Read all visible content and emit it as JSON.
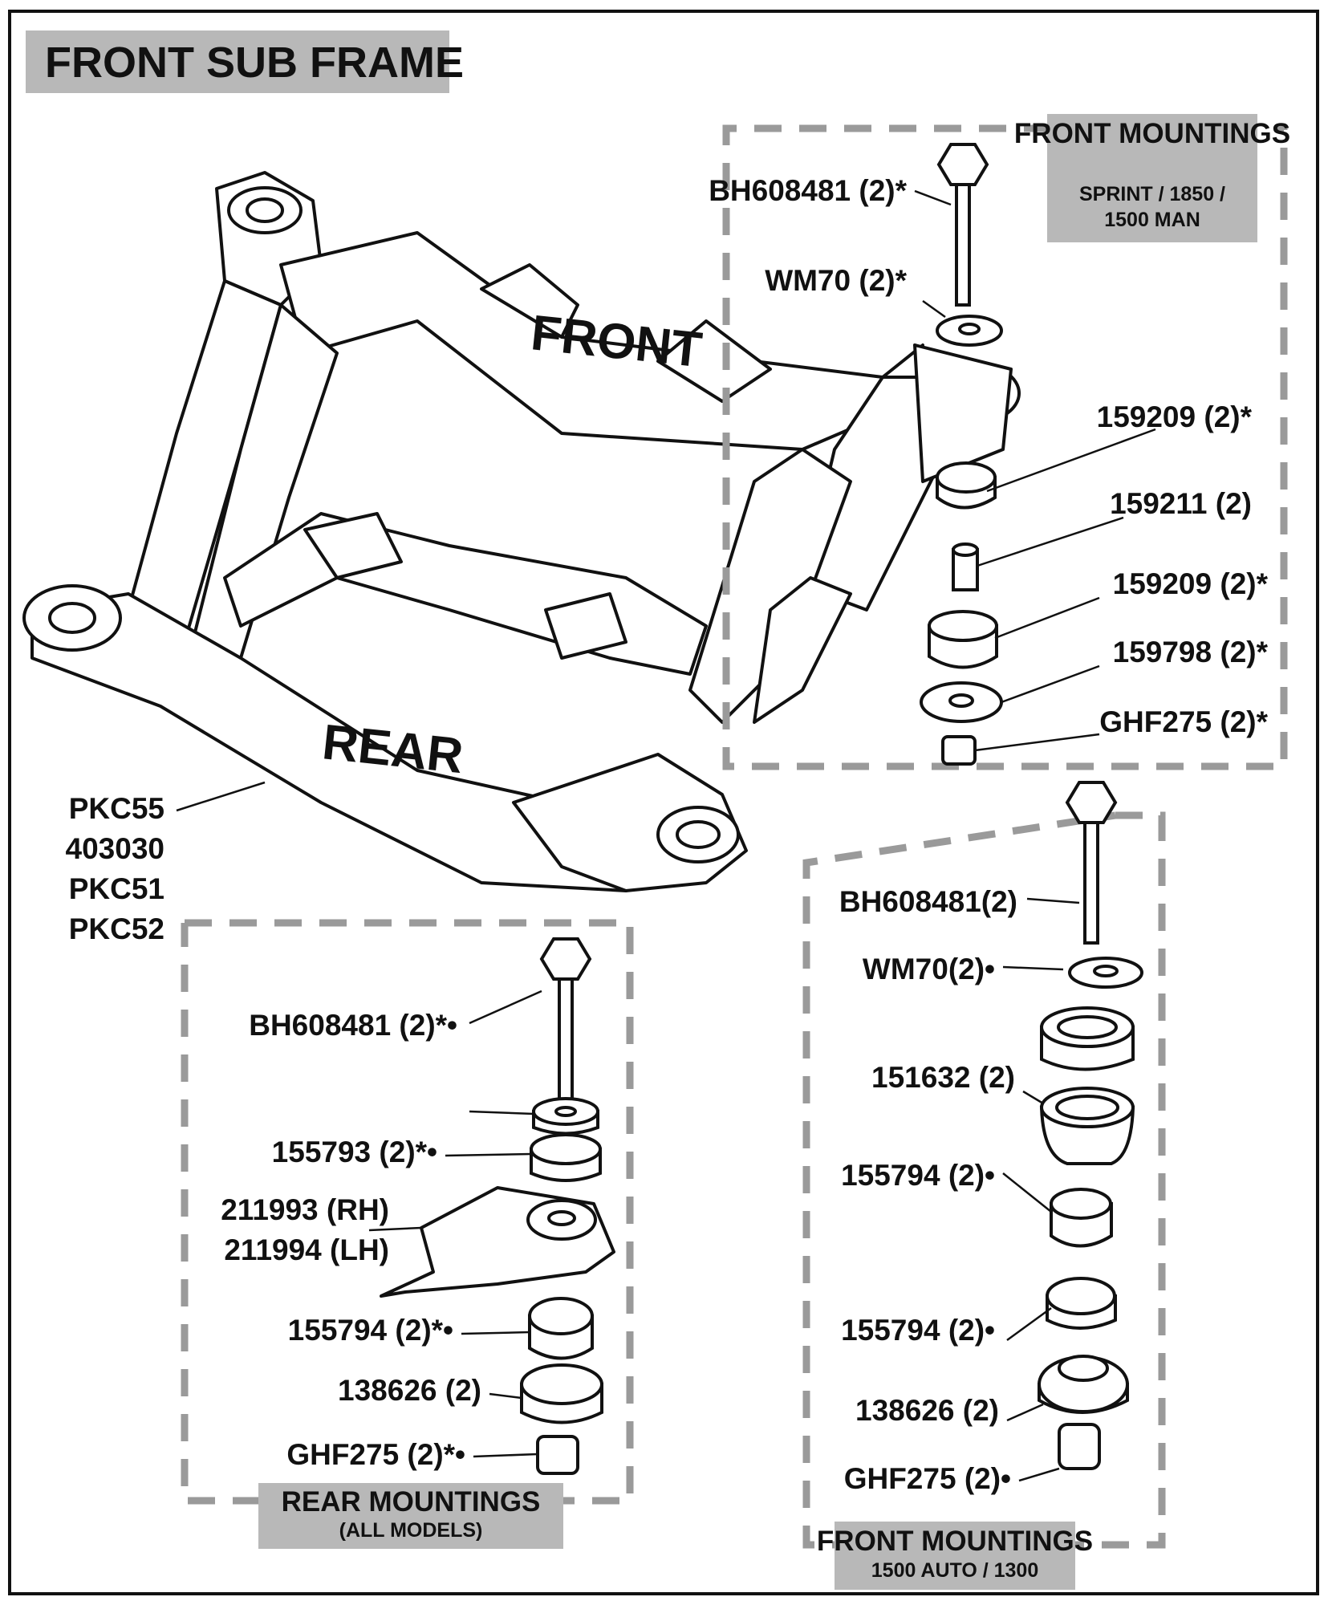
{
  "title": "FRONT SUB FRAME",
  "frame_labels": {
    "front": "FRONT",
    "rear": "REAR"
  },
  "subframe_parts": [
    "PKC55",
    "403030",
    "PKC51",
    "PKC52"
  ],
  "front_mountings_man": {
    "title": "FRONT MOUNTINGS",
    "subtitle_line1": "SPRINT / 1850 /",
    "subtitle_line2": "1500 MAN",
    "parts": [
      "BH608481 (2)*",
      "WM70 (2)*",
      "159209 (2)*",
      "159211 (2)",
      "159209  (2)*",
      "159798 (2)*",
      "GHF275 (2)*"
    ]
  },
  "front_mountings_auto": {
    "title": "FRONT MOUNTINGS",
    "subtitle": "1500 AUTO / 1300",
    "parts": [
      "BH608481(2)",
      "WM70(2)•",
      "151632 (2)",
      "155794 (2)•",
      "155794 (2)•",
      "138626 (2)",
      "GHF275 (2)•"
    ]
  },
  "rear_mountings": {
    "title": "REAR MOUNTINGS",
    "subtitle": "(ALL MODELS)",
    "parts": [
      "BH608481 (2)*•",
      "155793 (2)*•",
      "211993 (RH)",
      "211994 (LH)",
      "155794 (2)*•",
      "138626 (2)",
      "GHF275 (2)*•"
    ]
  },
  "colors": {
    "label_box": "#b8b8b8",
    "dashed_border": "#9a9a9a",
    "ink": "#111111"
  }
}
